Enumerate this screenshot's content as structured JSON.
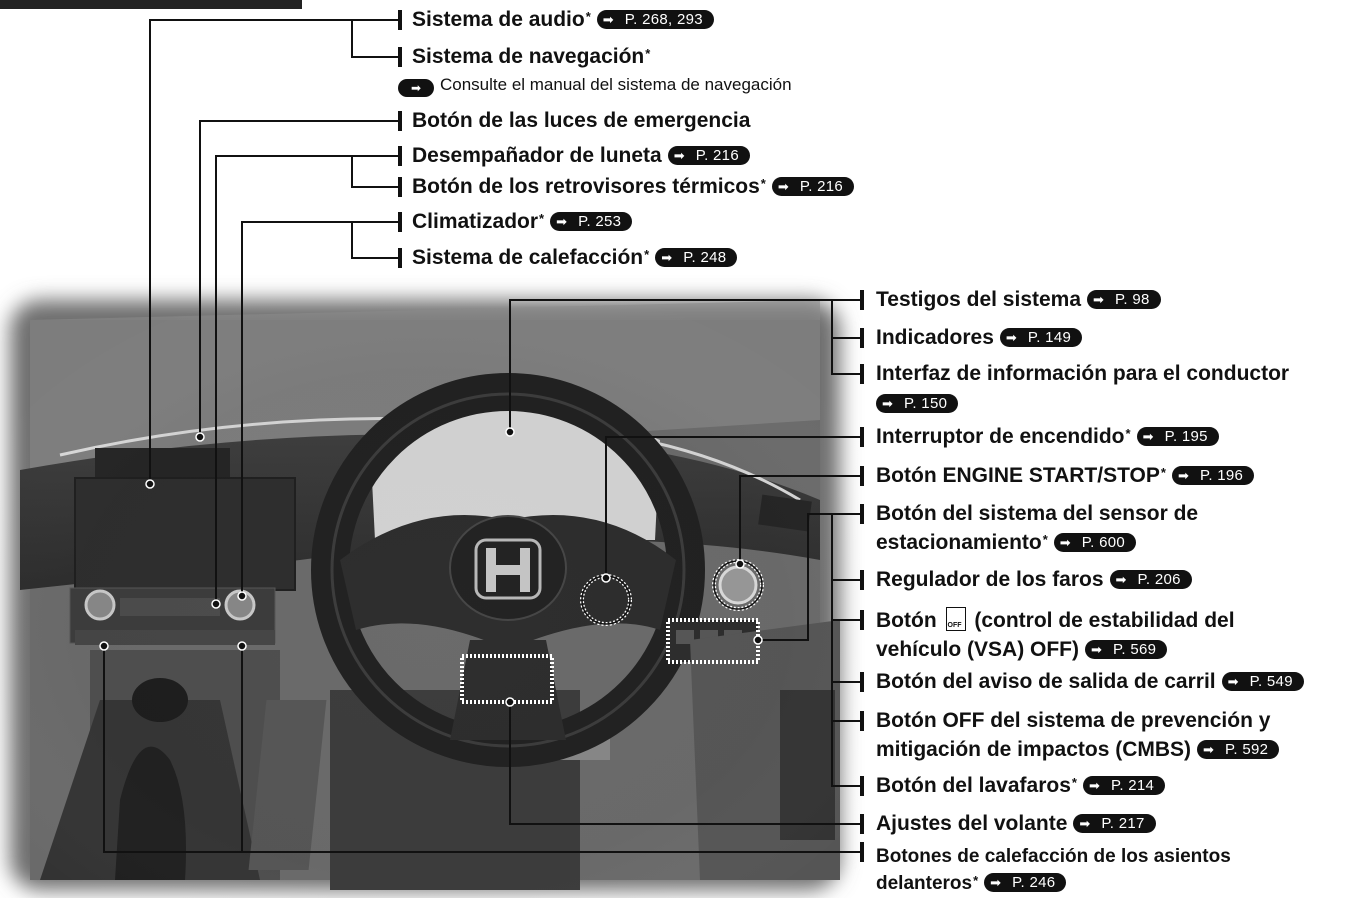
{
  "labels": {
    "audio": {
      "text": "Sistema de audio",
      "ref": "P. 268, 293"
    },
    "navegacion": {
      "text": "Sistema de navegación",
      "note": "Consulte el manual del sistema de navegación"
    },
    "luces_emergencia": {
      "text": "Botón de las luces de emergencia"
    },
    "desempanador": {
      "text": "Desempañador de luneta",
      "ref": "P. 216"
    },
    "retrovisores": {
      "text": "Botón de los retrovisores térmicos",
      "ref": "P. 216"
    },
    "climatizador": {
      "text": "Climatizador",
      "ref": "P. 253"
    },
    "calefaccion": {
      "text": "Sistema de calefacción",
      "ref": "P. 248"
    },
    "testigos": {
      "text": "Testigos del sistema",
      "ref": "P. 98"
    },
    "indicadores": {
      "text": "Indicadores",
      "ref": "P. 149"
    },
    "interfaz": {
      "text": "Interfaz de información para el conductor",
      "ref": "P. 150"
    },
    "interruptor": {
      "text": "Interruptor de encendido",
      "ref": "P. 195"
    },
    "engine": {
      "text": "Botón ENGINE START/STOP",
      "ref": "P. 196"
    },
    "sensor": {
      "line1": "Botón del sistema del sensor de",
      "line2": "estacionamiento",
      "ref": "P. 600"
    },
    "regulador": {
      "text": "Regulador de los faros",
      "ref": "P. 206"
    },
    "vsa": {
      "line1a": "Botón",
      "line1b": "(control de estabilidad del",
      "line2": "vehículo (VSA) OFF)",
      "ref": "P. 569",
      "icon_text": "OFF"
    },
    "aviso_carril": {
      "text": "Botón del aviso de salida de carril",
      "ref": "P. 549"
    },
    "cmbs": {
      "line1": "Botón OFF del sistema de prevención y",
      "line2": "mitigación de impactos (CMBS)",
      "ref": "P. 592"
    },
    "lavafaros": {
      "text": "Botón del lavafaros",
      "ref": "P. 214"
    },
    "ajustes_volante": {
      "text": "Ajustes del volante",
      "ref": "P. 217"
    },
    "calefaccion_asientos": {
      "line1": "Botones de calefacción de los asientos",
      "line2": "delanteros",
      "ref": "P. 246"
    }
  },
  "asterisk": "*",
  "colors": {
    "text": "#111111",
    "leader": "#111111",
    "photo_bg": "#6f6f6f"
  }
}
